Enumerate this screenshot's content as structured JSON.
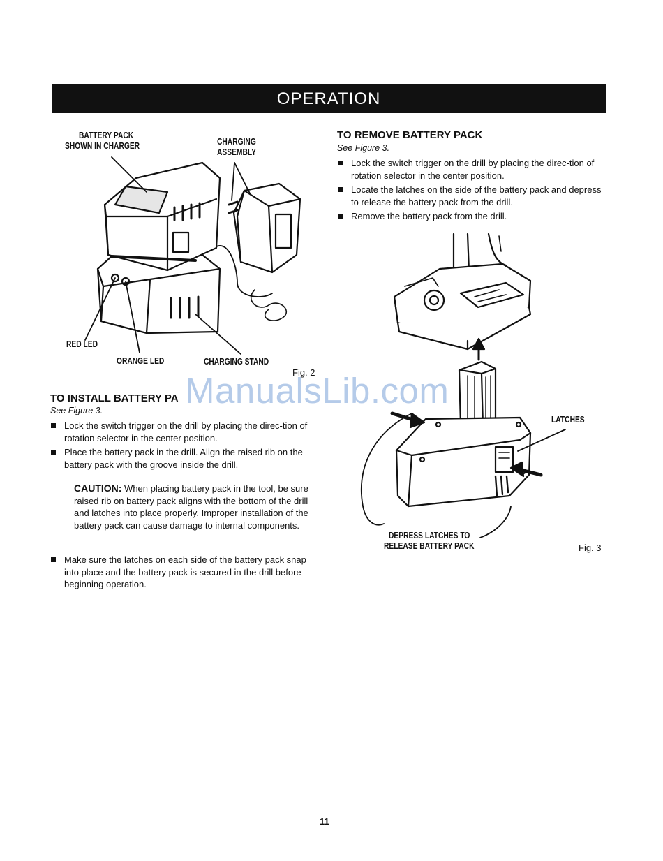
{
  "header": {
    "title": "OPERATION"
  },
  "figure2": {
    "callouts": {
      "battery_pack_line1": "BATTERY PACK",
      "battery_pack_line2": "SHOWN IN CHARGER",
      "charging_assembly_line1": "CHARGING",
      "charging_assembly_line2": "ASSEMBLY",
      "red_led": "RED LED",
      "orange_led": "ORANGE LED",
      "charging_stand": "CHARGING STAND"
    },
    "label": "Fig. 2"
  },
  "install": {
    "heading": "TO INSTALL BATTERY PA",
    "see": "See Figure 3.",
    "items": [
      "Lock the switch trigger on the drill by placing the direc-tion of rotation selector in the center position.",
      "Place the battery pack in the drill. Align the raised rib on the battery pack with the groove inside the drill."
    ],
    "caution_label": "CAUTION:",
    "caution_text": " When placing battery pack in the tool, be sure raised rib on battery pack aligns with the bottom of the drill and latches into place properly. Improper installation of the battery pack can cause damage to internal components.",
    "final_item": "Make sure the latches on each side of the battery pack snap into place and the battery pack is secured in the drill before beginning operation."
  },
  "remove": {
    "heading": "TO REMOVE BATTERY PACK",
    "see": "See Figure 3.",
    "items": [
      "Lock the switch trigger on the drill by placing the direc-tion of rotation selector in the center position.",
      "Locate the latches on the side of the battery pack and depress to release the battery pack from the drill.",
      "Remove the battery pack from the drill."
    ]
  },
  "figure3": {
    "callouts": {
      "latches": "LATCHES",
      "depress_line1": "DEPRESS LATCHES TO",
      "depress_line2": "RELEASE BATTERY PACK"
    },
    "label": "Fig. 3"
  },
  "watermark": "ManualsLib.com",
  "footer": {
    "page_number": "11"
  }
}
